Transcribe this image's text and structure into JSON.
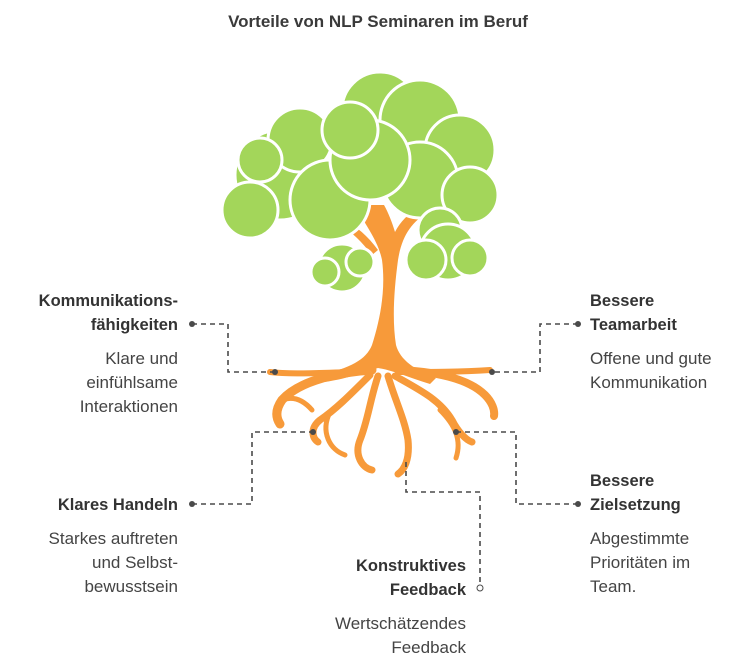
{
  "title": "Vorteile von NLP Seminaren im Beruf",
  "items": [
    {
      "id": "kommunikation",
      "heading": [
        "Kommunikations-",
        "fähigkeiten"
      ],
      "description": [
        "Klare und",
        "einfühlsame",
        "Interaktionen"
      ]
    },
    {
      "id": "teamarbeit",
      "heading": [
        "Bessere",
        "Teamarbeit"
      ],
      "description": [
        "Offene und gute",
        "Kommunikation"
      ]
    },
    {
      "id": "handeln",
      "heading": [
        "Klares Handeln"
      ],
      "description": [
        "Starkes auftreten",
        "und Selbst-",
        "bewusstsein"
      ]
    },
    {
      "id": "zielsetzung",
      "heading": [
        "Bessere",
        "Zielsetzung"
      ],
      "description": [
        "Abgestimmte",
        "Prioritäten im",
        "Team."
      ]
    },
    {
      "id": "feedback",
      "heading": [
        "Konstruktives",
        "Feedback"
      ],
      "description": [
        "Wertschätzendes",
        "Feedback"
      ]
    }
  ],
  "colors": {
    "foliage": "#a3d65a",
    "foliage_stroke": "#ffffff",
    "trunk": "#f79a3a",
    "connector": "#4a4a4a"
  }
}
